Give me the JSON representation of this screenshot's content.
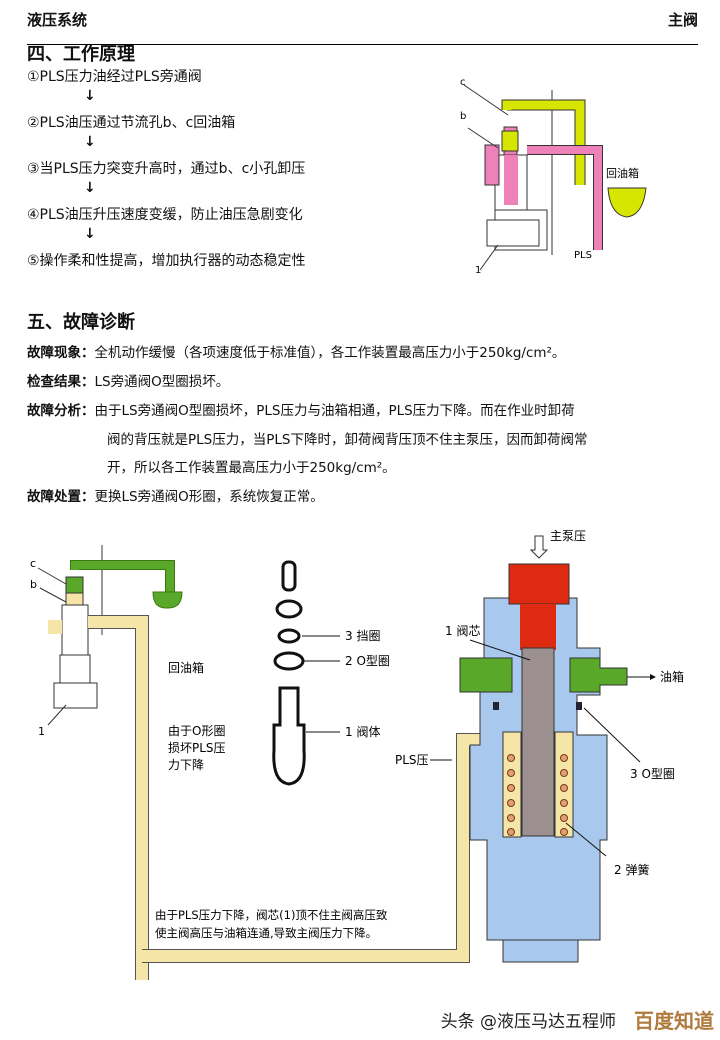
{
  "header": {
    "left": "液压系统",
    "right": "主阀"
  },
  "section4": {
    "title": "四、工作原理",
    "steps": [
      "①PLS压力油经过PLS旁通阀",
      "②PLS油压通过节流孔b、c回油箱",
      "③当PLS压力突变升高时，通过b、c小孔卸压",
      "④PLS油压升压速度变缓，防止油压急剧变化",
      "⑤操作柔和性提高，增加执行器的动态稳定性"
    ],
    "arrow": "↓",
    "diagram": {
      "c": "c",
      "b": "b",
      "one": "1",
      "tank": "回油箱",
      "pls": "PLS"
    }
  },
  "section5": {
    "title": "五、故障诊断",
    "symptom_label": "故障现象：",
    "symptom": "全机动作缓慢（各项速度低于标准值），各工作装置最高压力小于250kg/cm²。",
    "check_label": "检查结果：",
    "check": "LS旁通阀O型圈损坏。",
    "analysis_label": "故障分析：",
    "analysis": [
      "由于LS旁通阀O型圈损坏，PLS压力与油箱相通，PLS压力下降。而在作业时卸荷",
      "阀的背压就是PLS压力，当PLS下降时，卸荷阀背压顶不住主泵压，因而卸荷阀常",
      "开，所以各工作装置最高压力小于250kg/cm²。"
    ],
    "fix_label": "故障处置：",
    "fix": "更换LS旁通阀O形圈，系统恢复正常。"
  },
  "bottom_diagram": {
    "c": "c",
    "b": "b",
    "one": "1",
    "tank": "回油箱",
    "note_lines": [
      "由于O形圈",
      "损坏PLS压",
      "力下降"
    ],
    "part3": "3  挡圈",
    "part2": "2  O型圈",
    "part1": "1  阀体",
    "main_pump": "主泵压",
    "spool": "1  阀芯",
    "tank_out": "油箱",
    "pls": "PLS压",
    "oring": "3 O型圈",
    "spring": "2  弹簧",
    "caption": [
      "由于PLS压力下降，阀芯(1)顶不住主阀高压致",
      "使主阀高压与油箱连通,导致主阀压力下降。"
    ]
  },
  "watermark": {
    "text": "头条 @液压马达五程师",
    "logo": "百度知道"
  }
}
